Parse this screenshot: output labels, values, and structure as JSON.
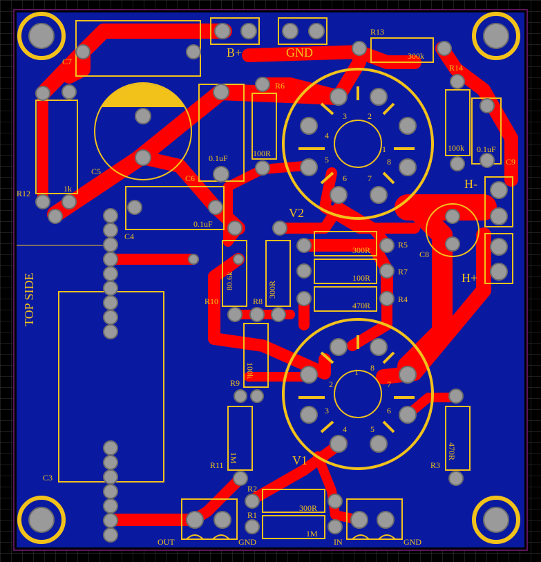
{
  "board": {
    "side_label": "TOP SIDE",
    "colors": {
      "background": "#000000",
      "copper": "#0a1aa0",
      "trace": "#ff0000",
      "silk": "#f2c21b",
      "pad": "#9a9a9a"
    }
  },
  "labels": {
    "c7": "C7",
    "c5": "C5",
    "c6": "C6",
    "c4": "C4",
    "c3": "C3",
    "c8": "C8",
    "c9": "C9",
    "r12": "R12",
    "r12_val": "1k",
    "c6_val": "0.1uF",
    "c4_val": "0.1uF",
    "c9_val": "0.1uF",
    "r6": "R6",
    "r6_val": "100R",
    "r13": "R13",
    "r13_val": "300k",
    "r14": "R14",
    "r14_val": "100k",
    "bplus": "B+",
    "gnd_top": "GND",
    "hminus": "H-",
    "hplus": "H+",
    "v2": "V2",
    "v1": "V1",
    "r10": "R10",
    "r10_val": "80.6k",
    "r8": "R8",
    "r8_val": "300R",
    "r5": "R5",
    "r5_val": "300R",
    "r7": "R7",
    "r7_val": "100R",
    "r4": "R4",
    "r4_val": "470R",
    "r9": "R9",
    "r9_val": "100k",
    "r11": "R11",
    "r11_val": "1M",
    "r3": "R3",
    "r3_val": "470R",
    "r2": "R2",
    "r2_val": "300R",
    "r1": "R1",
    "r1_val": "1M",
    "out": "OUT",
    "gnd_out": "GND",
    "in": "IN",
    "gnd_in": "GND",
    "pin1": "1",
    "pin2": "2",
    "pin3": "3",
    "pin4": "4",
    "pin5": "5",
    "pin6": "6",
    "pin7": "7",
    "pin8": "8"
  }
}
